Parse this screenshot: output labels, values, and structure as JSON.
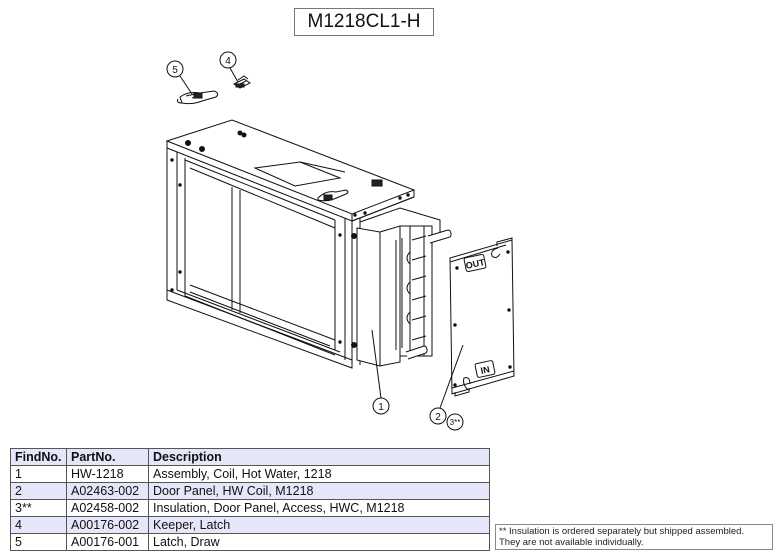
{
  "title": "M1218CL1-H",
  "drawing": {
    "callouts": [
      {
        "id": "callout-5",
        "label": "5"
      },
      {
        "id": "callout-4",
        "label": "4"
      },
      {
        "id": "callout-1",
        "label": "1"
      },
      {
        "id": "callout-2",
        "label": "2"
      },
      {
        "id": "callout-3",
        "label": "3**"
      }
    ],
    "panel_labels": {
      "out": "OUT",
      "in": "IN"
    }
  },
  "parts_table": {
    "headers": [
      "FindNo.",
      "PartNo.",
      "Description"
    ],
    "rows": [
      {
        "find_no": "1",
        "part_no": "HW-1218",
        "description": "Assembly, Coil, Hot Water, 1218"
      },
      {
        "find_no": "2",
        "part_no": "A02463-002",
        "description": "Door Panel, HW Coil, M1218"
      },
      {
        "find_no": "3**",
        "part_no": "A02458-002",
        "description": "Insulation, Door Panel, Access, HWC, M1218"
      },
      {
        "find_no": "4",
        "part_no": "A00176-002",
        "description": "Keeper, Latch"
      },
      {
        "find_no": "5",
        "part_no": "A00176-001",
        "description": "Latch, Draw"
      }
    ]
  },
  "note": {
    "line1": "** Insulation is ordered separately but shipped assembled.",
    "line2": "They are not available individually."
  },
  "colors": {
    "table_header_bg": "#e6e6fa",
    "alt_row_bg": "#e6e6fa",
    "line": "#111111"
  }
}
